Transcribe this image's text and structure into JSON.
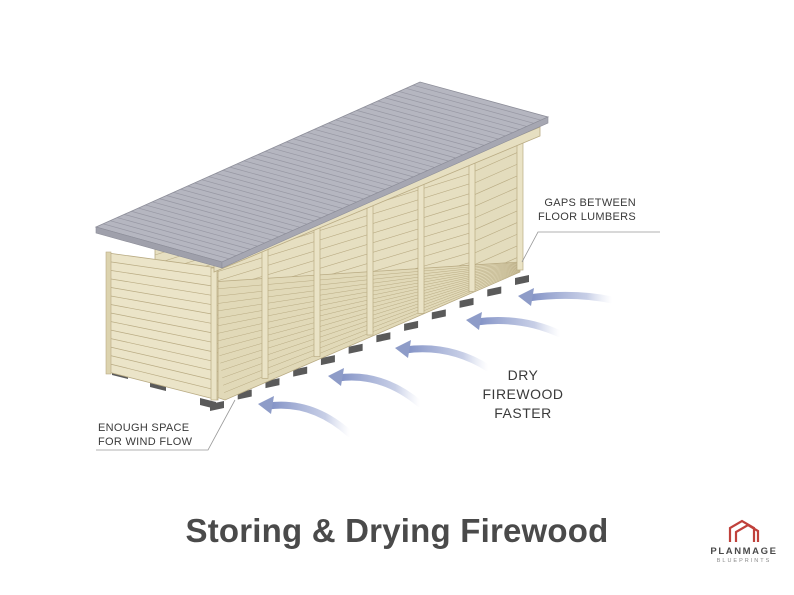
{
  "callouts": {
    "gaps": [
      "GAPS BETWEEN",
      "FLOOR LUMBERS"
    ],
    "space": [
      "ENOUGH SPACE",
      "FOR WIND FLOW"
    ]
  },
  "center_label": [
    "DRY",
    "FIREWOOD",
    "FASTER"
  ],
  "title": "Storing & Drying Firewood",
  "logo": {
    "name": "PLANMAGE",
    "sub": "BLUEPRINTS"
  },
  "colors": {
    "wood": "#eae3c6",
    "wood_shade": "#dcd3ae",
    "wood_edge": "#b9ab83",
    "roof": "#b3b4be",
    "roof_edge": "#8d8e99",
    "block": "#5a5a5a",
    "arrow": "#8e9cc8",
    "title": "#4a4a4a",
    "logo": "#c0413b"
  },
  "icons": {
    "logo_mark": "house-outline-icon",
    "wind_arrows": "wind-arrow-icon"
  }
}
